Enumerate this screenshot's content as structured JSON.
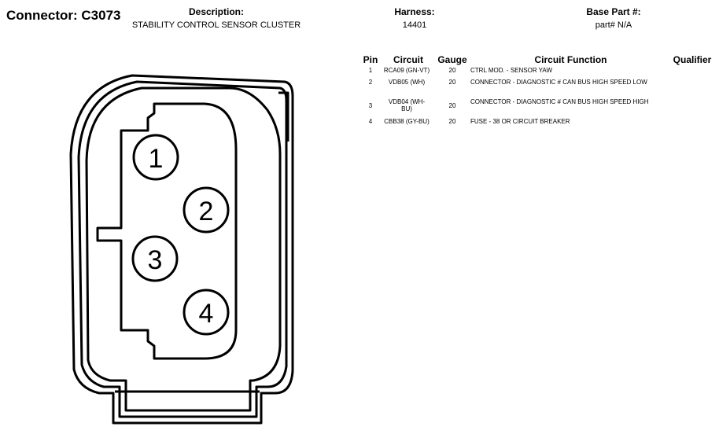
{
  "header": {
    "connector": "Connector: C3073",
    "description_label": "Description:",
    "description": "STABILITY CONTROL SENSOR CLUSTER",
    "harness_label": "Harness:",
    "harness": "14401",
    "base_part_label": "Base Part #:",
    "base_part": "part# N/A"
  },
  "table": {
    "columns": {
      "pin": "Pin",
      "circuit": "Circuit",
      "gauge": "Gauge",
      "function": "Circuit Function",
      "qualifier": "Qualifier"
    },
    "rows": [
      {
        "pin": "1",
        "circuit": "RCA09 (GN-VT)",
        "gauge": "20",
        "function": "CTRL MOD. - SENSOR YAW"
      },
      {
        "pin": "2",
        "circuit": "VDB05 (WH)",
        "gauge": "20",
        "function": "CONNECTOR - DIAGNOSTIC # CAN BUS HIGH SPEED LOW"
      },
      {
        "pin": "3",
        "circuit": "VDB04 (WH-BU)",
        "gauge": "20",
        "function": "CONNECTOR - DIAGNOSTIC # CAN BUS HIGH SPEED HIGH"
      },
      {
        "pin": "4",
        "circuit": "CBB38 (GY-BU)",
        "gauge": "20",
        "function": "FUSE - 38 OR CIRCUIT BREAKER"
      }
    ]
  },
  "diagram": {
    "pins": [
      "1",
      "2",
      "3",
      "4"
    ]
  }
}
